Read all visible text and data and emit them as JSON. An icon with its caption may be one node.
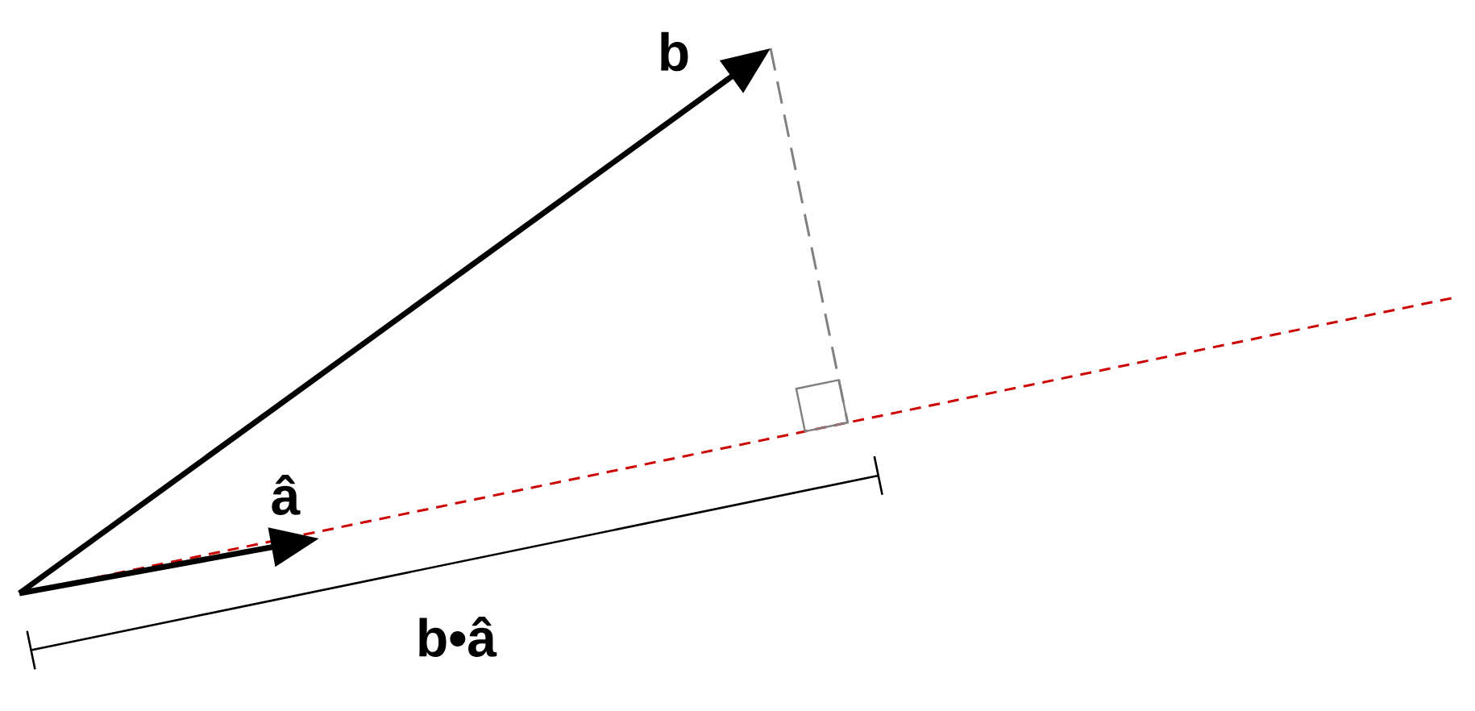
{
  "diagram": {
    "labels": [
      "b",
      "â",
      "b•â"
    ]
  }
}
